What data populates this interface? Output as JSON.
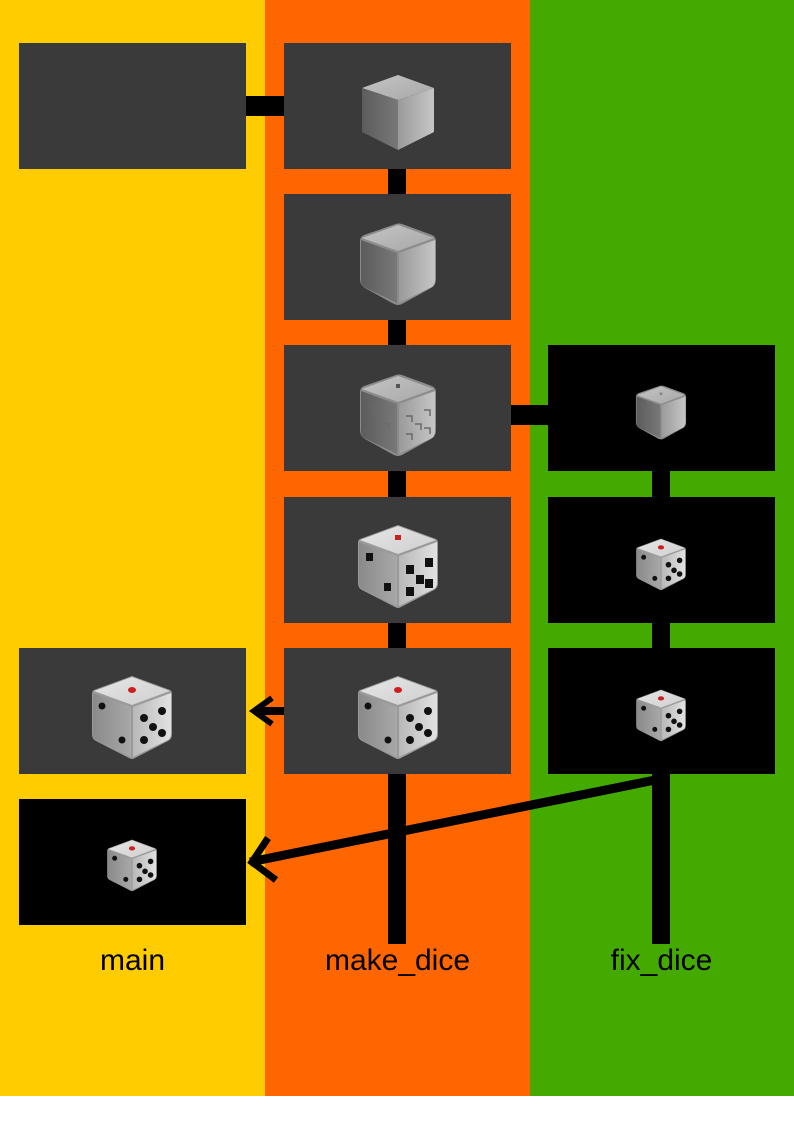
{
  "colors": {
    "main": "#ffcc00",
    "make_dice": "#ff6600",
    "fix_dice": "#44aa00",
    "panel_gray": "#3a3a3a",
    "panel_black": "#000000",
    "connector": "#000000"
  },
  "lanes": [
    {
      "id": "main",
      "label": "main"
    },
    {
      "id": "make_dice",
      "label": "make_dice"
    },
    {
      "id": "fix_dice",
      "label": "fix_dice"
    }
  ],
  "thumbnails": [
    {
      "lane": "main",
      "step": 1,
      "content": "empty",
      "background": "gray"
    },
    {
      "lane": "main",
      "step": 5,
      "content": "dice-five-large",
      "background": "gray"
    },
    {
      "lane": "main",
      "step": 6,
      "content": "dice-five-small",
      "background": "black"
    },
    {
      "lane": "make_dice",
      "step": 1,
      "content": "cube-sharp",
      "background": "gray"
    },
    {
      "lane": "make_dice",
      "step": 2,
      "content": "cube-rounded",
      "background": "gray"
    },
    {
      "lane": "make_dice",
      "step": 3,
      "content": "cube-cutouts",
      "background": "gray"
    },
    {
      "lane": "make_dice",
      "step": 4,
      "content": "dice-black-pips",
      "background": "gray"
    },
    {
      "lane": "make_dice",
      "step": 5,
      "content": "dice-five-large",
      "background": "gray"
    },
    {
      "lane": "fix_dice",
      "step": 3,
      "content": "cube-small",
      "background": "black"
    },
    {
      "lane": "fix_dice",
      "step": 4,
      "content": "dice-five-small",
      "background": "black"
    },
    {
      "lane": "fix_dice",
      "step": 5,
      "content": "dice-five-small",
      "background": "black"
    }
  ]
}
